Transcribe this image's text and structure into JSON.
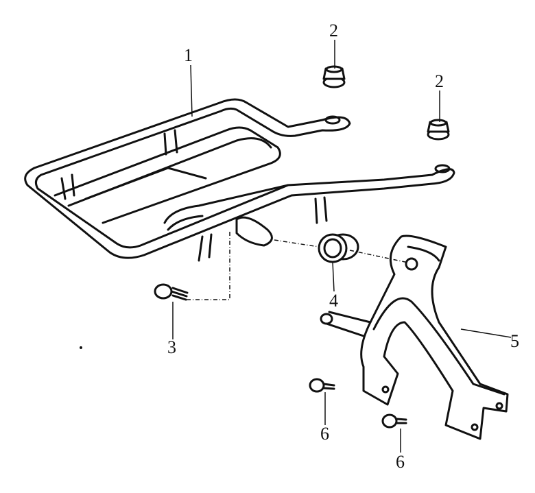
{
  "diagram": {
    "type": "exploded parts diagram",
    "callouts": [
      {
        "id": "1",
        "part": "rear-rack"
      },
      {
        "id": "2",
        "part": "flange-nut"
      },
      {
        "id": "2",
        "part": "flange-nut"
      },
      {
        "id": "3",
        "part": "bolt"
      },
      {
        "id": "4",
        "part": "collar"
      },
      {
        "id": "5",
        "part": "rack-bracket"
      },
      {
        "id": "6",
        "part": "bolt"
      },
      {
        "id": "6",
        "part": "bolt"
      }
    ]
  }
}
